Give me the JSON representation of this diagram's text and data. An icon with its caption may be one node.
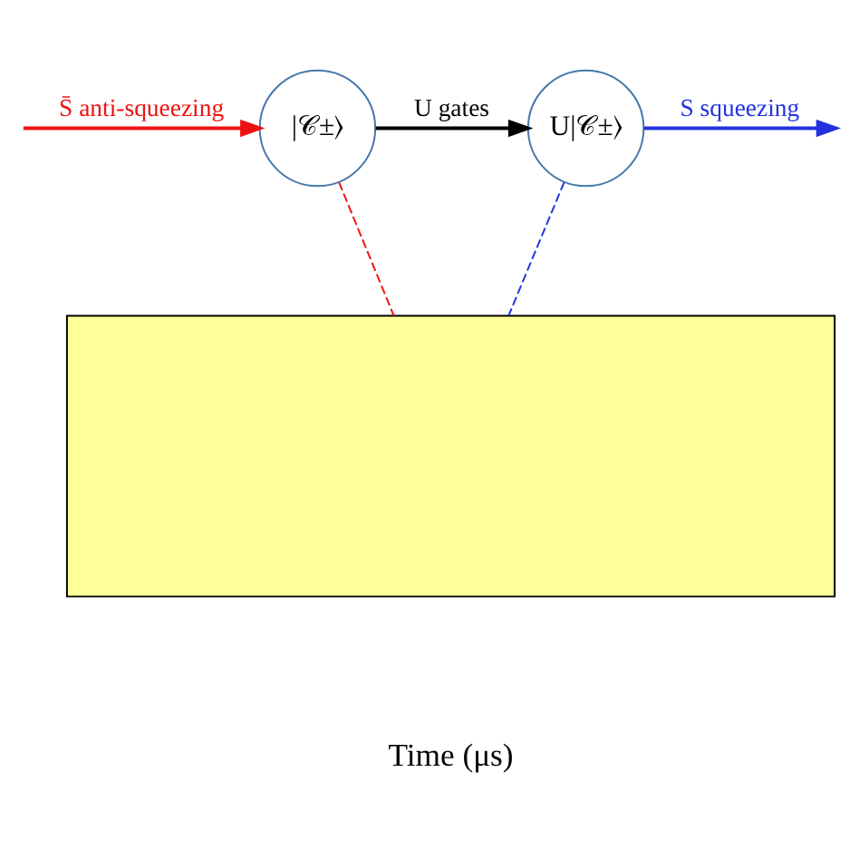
{
  "diagram": {
    "nodes": [
      {
        "text": [
          "|𝒞±⟩"
        ]
      },
      {
        "text": [
          "U|𝒞±⟩"
        ]
      },
      {
        "text": [],
        "shape": "box"
      }
    ],
    "edges": [
      {
        "from": null,
        "to": 0,
        "arrow": "to",
        "label": "S̄ anti-squeezing",
        "color": "#ee1111"
      },
      {
        "from": 0,
        "to": 1,
        "arrow": "to",
        "label": "U gates",
        "color": "#000000"
      },
      {
        "from": 1,
        "to": null,
        "arrow": "to",
        "label": "S squeezing",
        "color": "#2233dd"
      },
      {
        "from": 0,
        "to": 2,
        "arrow": "none",
        "style": "dashed",
        "color": "#ee1111"
      },
      {
        "from": 1,
        "to": 2,
        "arrow": "none",
        "style": "dashed",
        "color": "#2233dd"
      }
    ],
    "labels": [
      "Time (μs)"
    ]
  }
}
